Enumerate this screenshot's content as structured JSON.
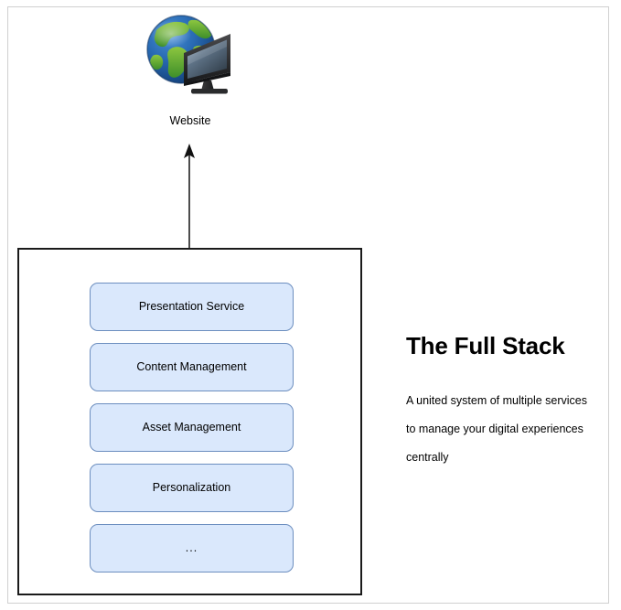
{
  "diagram": {
    "website_node": {
      "icon": "globe-monitor-icon",
      "caption": "Website"
    },
    "connector": {
      "name": "arrow-up",
      "direction": "up",
      "color": "#4d4d4d"
    },
    "stack": {
      "border_color": "#1a1a1a",
      "box_fill": "#dae8fc",
      "box_border": "#6c8ebf",
      "services": [
        {
          "label": "Presentation Service"
        },
        {
          "label": "Content Management"
        },
        {
          "label": "Asset Management"
        },
        {
          "label": "Personalization"
        },
        {
          "label": "..."
        }
      ]
    },
    "info": {
      "title": "The Full Stack",
      "body_lines": [
        "A united system of multiple services",
        "to manage your digital experiences",
        "centrally"
      ]
    }
  }
}
